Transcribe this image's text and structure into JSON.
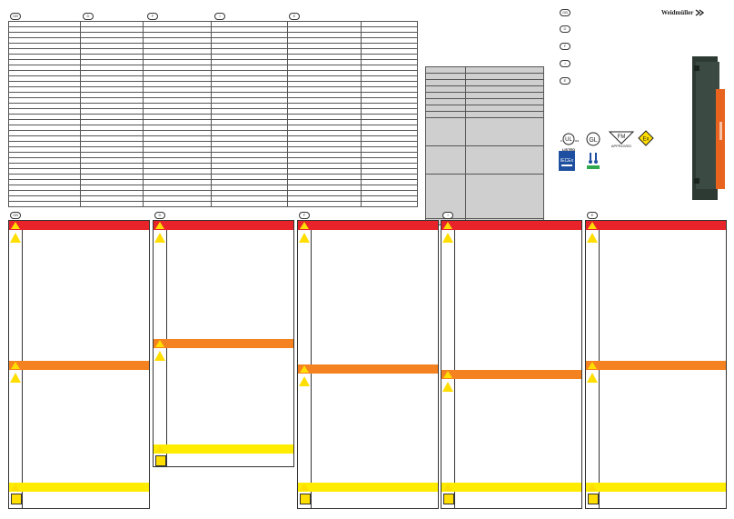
{
  "brand": {
    "name": "Weidmüller",
    "logo_icon": "weidmuller-logo-icon"
  },
  "language_marks": [
    "GB",
    "D",
    "F",
    "I",
    "E"
  ],
  "right_language_marks": [
    "GB",
    "D",
    "F",
    "I",
    "E"
  ],
  "certifications": {
    "ul": {
      "icon": "ul-listed-icon",
      "label": "LISTED"
    },
    "gl": {
      "icon": "gl-mark-icon",
      "label": "GL"
    },
    "fm": {
      "icon": "fm-approved-icon",
      "label": "APPROVED"
    },
    "ex": {
      "icon": "ex-atex-icon",
      "label": "Ex"
    },
    "iecex": {
      "icon": "iecex-icon",
      "label": "IECEx"
    },
    "other": {
      "icon": "cert-badge-icon",
      "label": ""
    }
  },
  "colors": {
    "danger": "#e8242a",
    "warning": "#f58220",
    "caution": "#ffec00",
    "device_body": "#2d3a34",
    "device_accent": "#e8641e"
  },
  "panels": [
    {
      "lang": "GB"
    },
    {
      "lang": "D"
    },
    {
      "lang": "F"
    },
    {
      "lang": "I"
    },
    {
      "lang": "E"
    }
  ]
}
